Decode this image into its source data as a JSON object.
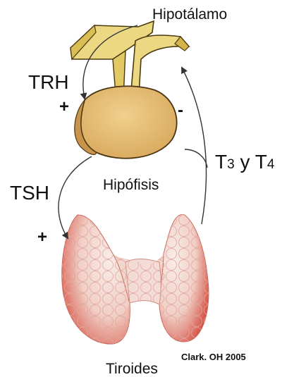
{
  "labels": {
    "hypothalamus": "Hipotálamo",
    "trh": "TRH",
    "plus_trh": "+",
    "minus_feedback": "-",
    "t3_prefix": "T",
    "t3_sub": "3",
    "conjunction": " y ",
    "t4_prefix": "T",
    "t4_sub": "4",
    "pituitary": "Hipófisis",
    "tsh": "TSH",
    "plus_tsh": "+",
    "thyroid": "Tiroides",
    "credit": "Clark. OH 2005"
  },
  "colors": {
    "hypothalamus_fill": "#ecd782",
    "pituitary_fill": "#e8c27a",
    "thyroid_base": "#f3dcd6",
    "thyroid_shade": "#dc6a5a",
    "arrow": "#333333"
  }
}
